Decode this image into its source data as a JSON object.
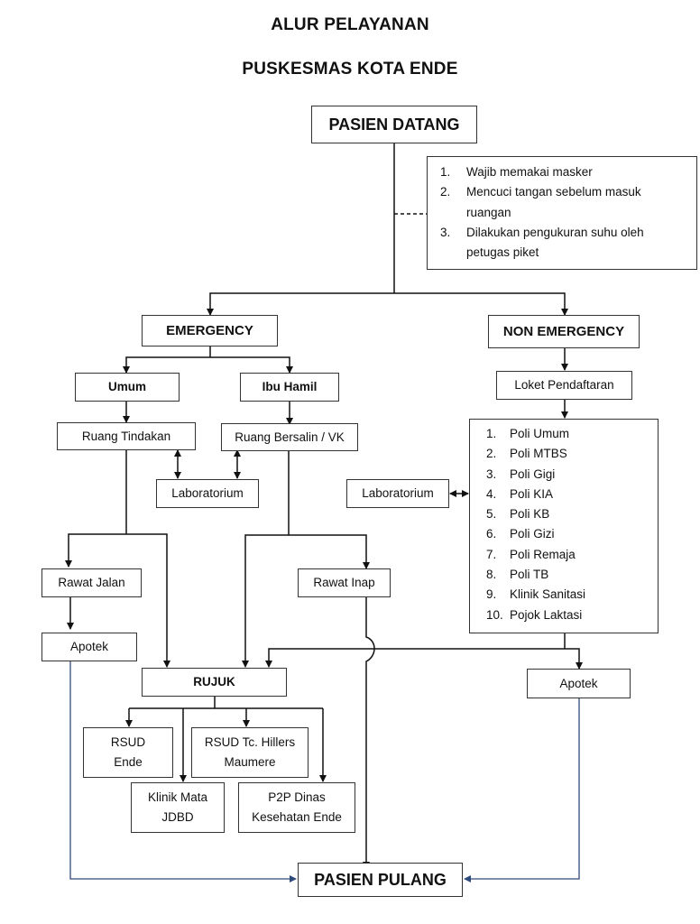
{
  "title": {
    "line1": "ALUR PELAYANAN",
    "line2": "PUSKESMAS KOTA ENDE"
  },
  "nodes": {
    "pasien_datang": "PASIEN DATANG",
    "emergency": "EMERGENCY",
    "non_emergency": "NON EMERGENCY",
    "umum": "Umum",
    "ibu_hamil": "Ibu Hamil",
    "ruang_tindakan": "Ruang Tindakan",
    "ruang_bersalin": "Ruang Bersalin / VK",
    "laboratorium_emergency": "Laboratorium",
    "laboratorium_non_emergency": "Laboratorium",
    "loket_pendaftaran": "Loket Pendaftaran",
    "rawat_jalan": "Rawat Jalan",
    "rawat_inap": "Rawat Inap",
    "apotek_emergency": "Apotek",
    "apotek_non_emergency": "Apotek",
    "rujuk": "RUJUK",
    "rsud_ende": [
      "RSUD",
      "Ende"
    ],
    "rsud_maumere": [
      "RSUD Tc. Hillers",
      "Maumere"
    ],
    "klinik_mata": [
      "Klinik Mata",
      "JDBD"
    ],
    "p2p_dinas": [
      "P2P Dinas",
      "Kesehatan Ende"
    ],
    "pasien_pulang": "PASIEN PULANG"
  },
  "protocol_note": {
    "items": [
      {
        "num": "1.",
        "text": "Wajib memakai masker"
      },
      {
        "num": "2.",
        "text": "Mencuci tangan sebelum masuk",
        "cont": "ruangan"
      },
      {
        "num": "3.",
        "text": "Dilakukan pengukuran suhu oleh",
        "cont": "petugas piket"
      }
    ]
  },
  "poli_list": [
    {
      "num": "1.",
      "text": "Poli Umum"
    },
    {
      "num": "2.",
      "text": "Poli MTBS"
    },
    {
      "num": "3.",
      "text": "Poli Gigi"
    },
    {
      "num": "4.",
      "text": "Poli KIA"
    },
    {
      "num": "5.",
      "text": "Poli KB"
    },
    {
      "num": "6.",
      "text": "Poli Gizi"
    },
    {
      "num": "7.",
      "text": "Poli Remaja"
    },
    {
      "num": "8.",
      "text": "Poli TB"
    },
    {
      "num": "9.",
      "text": "Klinik Sanitasi"
    },
    {
      "num": "10.",
      "text": "Pojok Laktasi"
    }
  ],
  "colors": {
    "line": "#111111",
    "return_line": "#2e4a7a",
    "box_border": "#333333"
  }
}
